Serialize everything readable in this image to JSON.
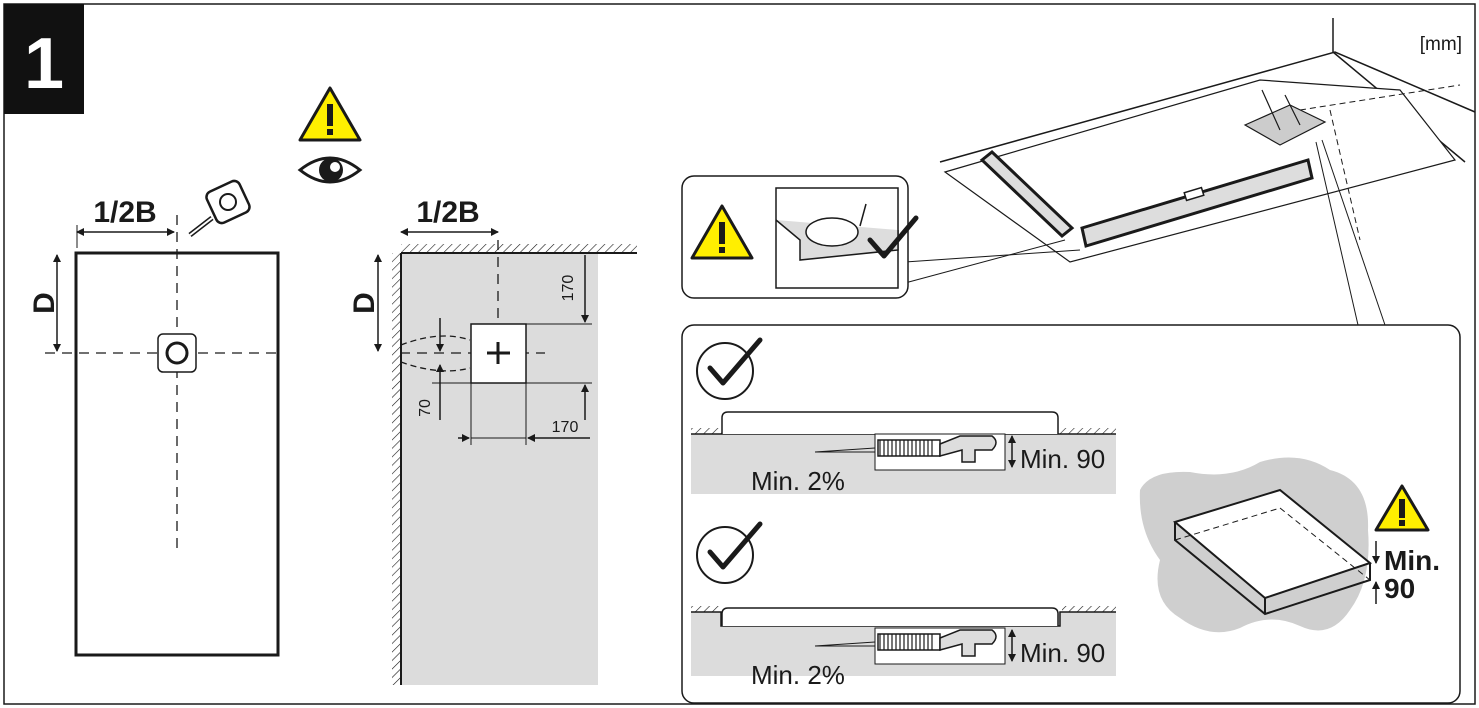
{
  "step": {
    "number": "1",
    "unit": "[mm]",
    "colors": {
      "ink": "#1a1a1a",
      "gray_fill": "#d9d9d9",
      "warn_yellow": "#ffef00",
      "step_bg": "#111111"
    }
  },
  "left_panel": {
    "half_width_label": "1/2B",
    "depth_label": "D",
    "tools": [
      "tape-measure-icon"
    ],
    "warnings": [
      "warning-icon",
      "eye-icon"
    ]
  },
  "middle_panel": {
    "half_width_label": "1/2B",
    "depth_label": "D",
    "dim_top": "170",
    "dim_left": "70",
    "dim_bottom": "170"
  },
  "level_panel": {
    "icons": [
      "warning-icon",
      "spirit-level-icon",
      "checkmark-icon"
    ]
  },
  "options": [
    {
      "slope_label": "Min. 2%",
      "height_label": "Min. 90",
      "status_icon": "check-circle-icon"
    },
    {
      "slope_label": "Min. 2%",
      "height_label": "Min. 90",
      "status_icon": "check-circle-icon"
    }
  ],
  "recess": {
    "min_label_line1": "Min.",
    "min_label_line2": "90",
    "icon": "warning-icon"
  }
}
